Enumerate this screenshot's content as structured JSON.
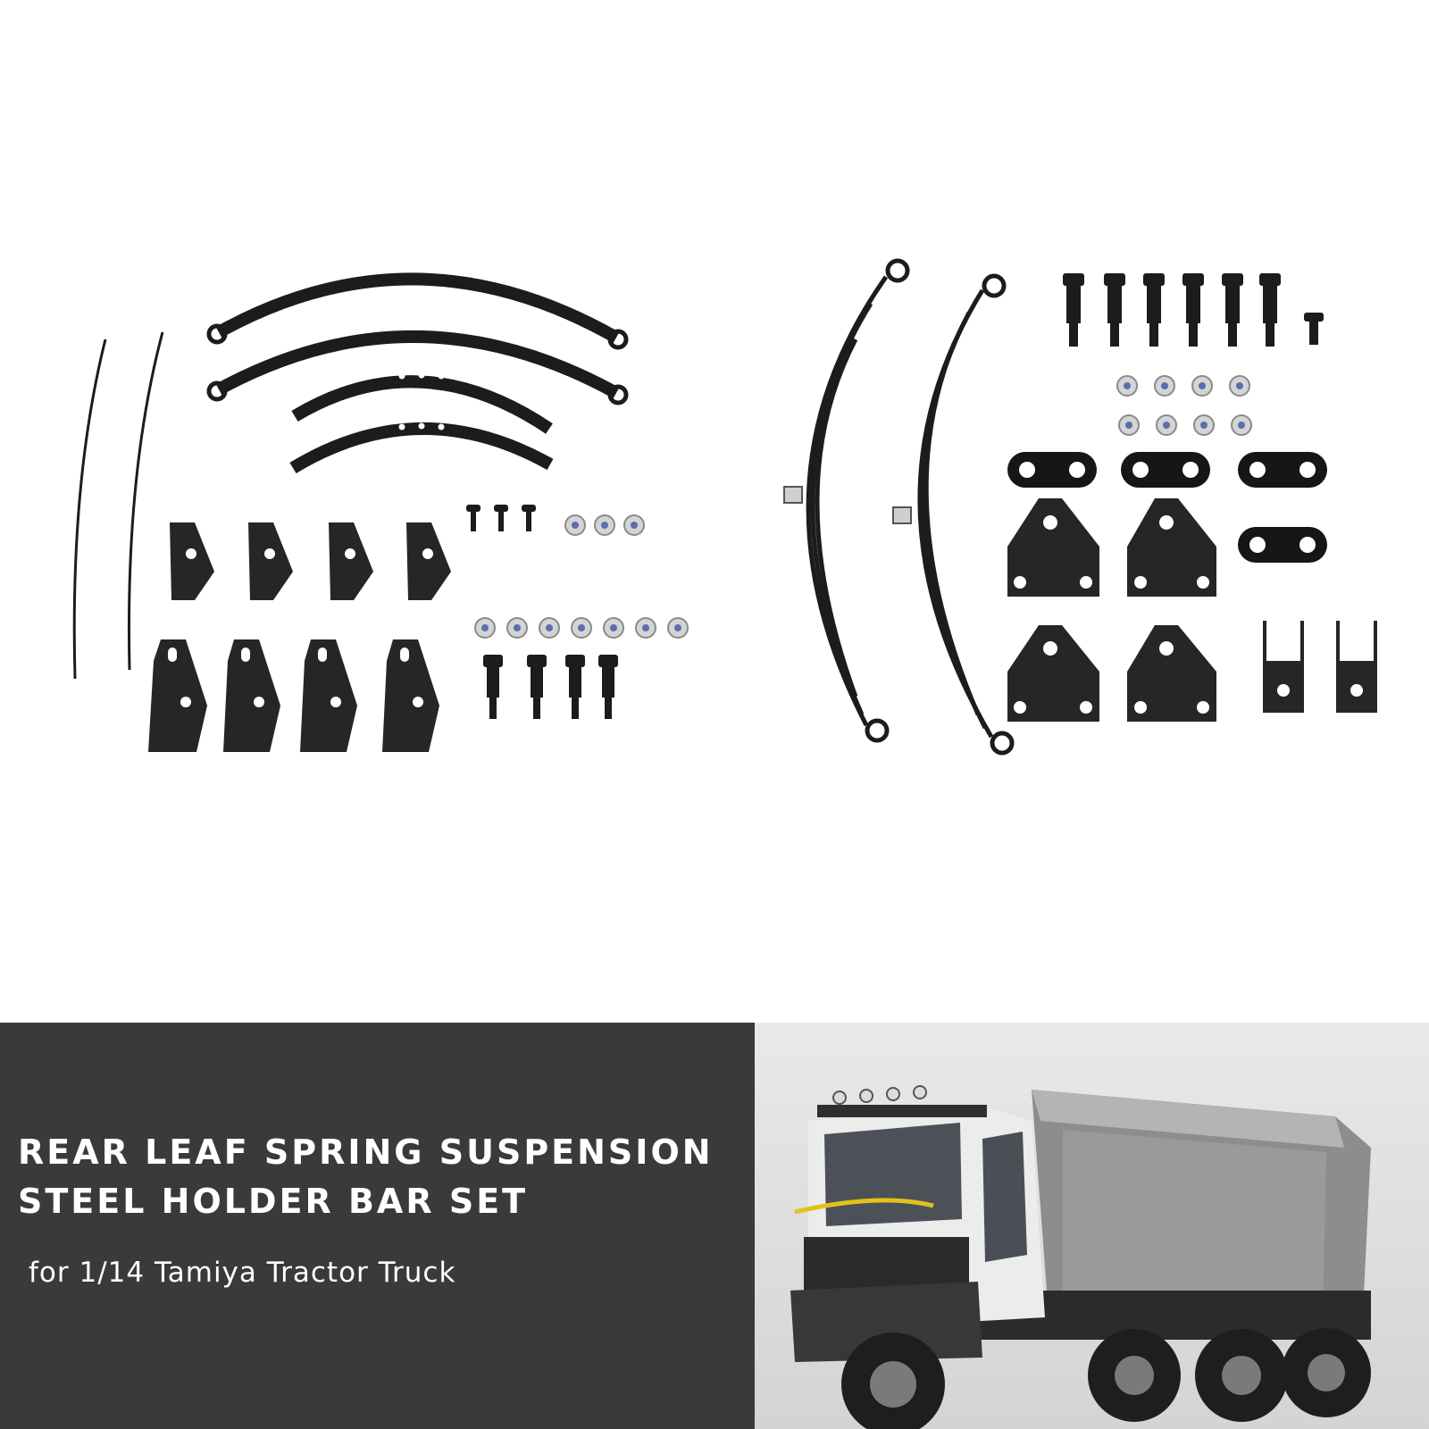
{
  "banner": {
    "title_line1": "REAR LEAF SPRING SUSPENSION",
    "title_line2": "STEEL HOLDER BAR SET",
    "subtitle": "for 1/14 Tamiya Tractor Truck"
  },
  "colors": {
    "banner_background": "#3a3a3a",
    "banner_text": "#ffffff",
    "parts_background": "#ffffff",
    "parts": "#1c1c1c"
  }
}
